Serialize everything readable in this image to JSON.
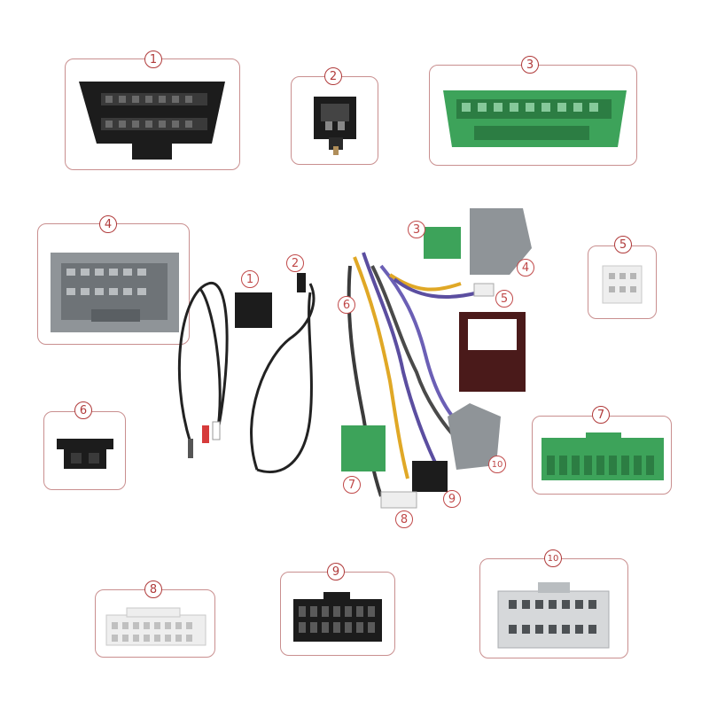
{
  "labels": {
    "c1": "1",
    "c2": "2",
    "c3": "3",
    "c4": "4",
    "c5": "5",
    "c6": "6",
    "c7": "7",
    "c8": "8",
    "c9": "9",
    "c10": "10"
  },
  "colors": {
    "black_plastic": "#1c1c1c",
    "green_plastic": "#3da35a",
    "grey_plastic": "#8f9498",
    "white_plastic": "#eeeeee",
    "frame": "#c98f8f",
    "badge": "#b03a3a"
  }
}
